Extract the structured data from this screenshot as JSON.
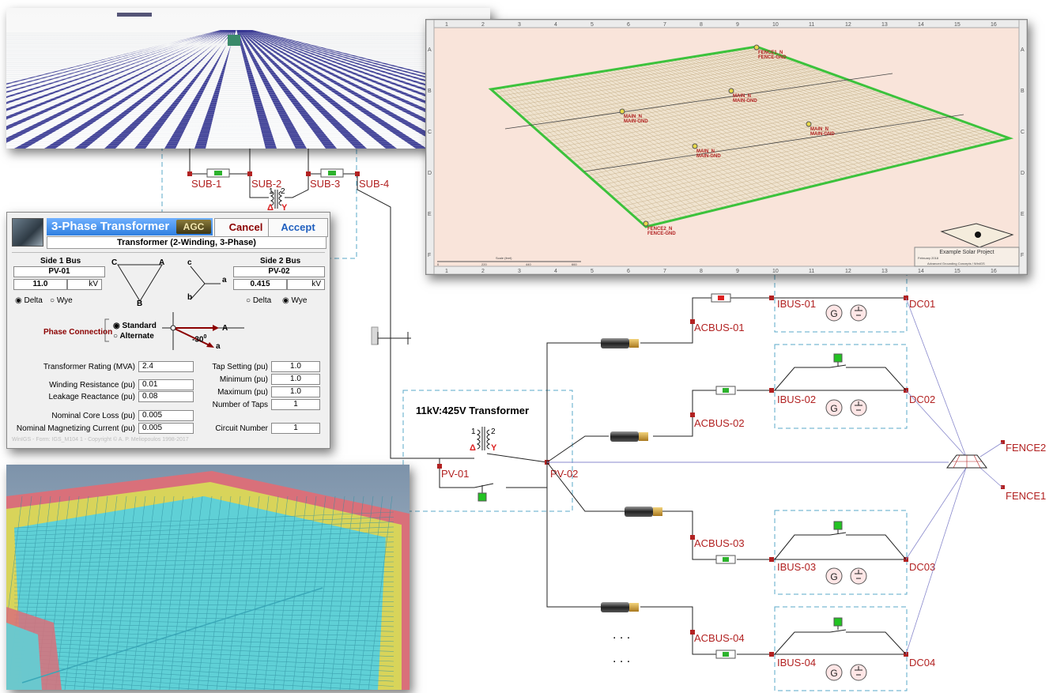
{
  "one_line": {
    "buses": {
      "sub1": "SUB-1",
      "sub2": "SUB-2",
      "sub3": "SUB-3",
      "sub4": "SUB-4",
      "pv01": "PV-01",
      "pv02": "PV-02",
      "acbus01": "ACBUS-01",
      "acbus02": "ACBUS-02",
      "acbus03": "ACBUS-03",
      "acbus04": "ACBUS-04",
      "ibus01": "IBUS-01",
      "ibus02": "IBUS-02",
      "ibus03": "IBUS-03",
      "ibus04": "IBUS-04",
      "dc01": "DC01",
      "dc02": "DC02",
      "dc03": "DC03",
      "dc04": "DC04",
      "fence1": "FENCE1",
      "fence2": "FENCE2"
    },
    "transformer_caption": "11kV:425V Transformer",
    "gen_symbol": "G",
    "winding_top": "1",
    "winding_top2": "2",
    "delta_symbol": "Δ",
    "wye_symbol": "Y",
    "ellipsis": ". . ."
  },
  "dialog": {
    "title": "3-Phase Transformer",
    "logo": "AGC",
    "cancel": "Cancel",
    "accept": "Accept",
    "subtitle": "Transformer (2-Winding, 3-Phase)",
    "side1": {
      "label": "Side 1 Bus",
      "bus": "PV-01",
      "kv": "11.0",
      "unit": "kV"
    },
    "side2": {
      "label": "Side 2 Bus",
      "bus": "PV-02",
      "kv": "0.415",
      "unit": "kV"
    },
    "delta": "Delta",
    "wye": "Wye",
    "side1_selected": "Delta",
    "side2_selected": "Wye",
    "vector": {
      "A": "A",
      "B": "B",
      "C": "C",
      "a": "a",
      "b": "b",
      "c": "c",
      "angle": "-30",
      "deg": "0"
    },
    "phase_connection": "Phase Connection",
    "standard": "Standard",
    "alternate": "Alternate",
    "phase_selected": "Standard",
    "fields": {
      "rating_label": "Transformer Rating (MVA)",
      "rating": "2.4",
      "wr_label": "Winding Resistance (pu)",
      "wr": "0.01",
      "lr_label": "Leakage Reactance (pu)",
      "lr": "0.08",
      "ncl_label": "Nominal Core Loss (pu)",
      "ncl": "0.005",
      "nmc_label": "Nominal Magnetizing Current (pu)",
      "nmc": "0.005",
      "tap_label": "Tap Setting (pu)",
      "tap": "1.0",
      "min_label": "Minimum (pu)",
      "min": "1.0",
      "max_label": "Maximum (pu)",
      "max": "1.0",
      "ntaps_label": "Number of Taps",
      "ntaps": "1",
      "circuit_label": "Circuit Number",
      "circuit": "1"
    },
    "footer": "WinIGS - Form: IGS_M104 1  -  Copyright © A. P. Meliopoulos 1998-2017"
  },
  "grid_view": {
    "col_numbers": [
      "1",
      "2",
      "3",
      "4",
      "5",
      "6",
      "7",
      "8",
      "9",
      "10",
      "11",
      "12",
      "13",
      "14",
      "15",
      "16"
    ],
    "row_letters": [
      "A",
      "B",
      "C",
      "D",
      "E",
      "F"
    ],
    "markers": [
      {
        "id": "FENCE1_N",
        "sub": "FENCE-GND"
      },
      {
        "id": "FENCE2_N",
        "sub": "FENCE-GND"
      },
      {
        "id": "MAIN_N",
        "sub": "MAIN-GND"
      }
    ],
    "project_title": "Example Solar Project",
    "project_date": "February 2018",
    "company": "Advanced Grounding Concepts / WinIGS",
    "scale_label": "Scale (feet)",
    "scale_ticks": [
      "0",
      "220",
      "440",
      "660"
    ]
  },
  "colors": {
    "bus_red": "#b22222",
    "dashed_box": "#5aa8c8",
    "dialog_title": "#2f7fe0",
    "ground_green": "#22c322",
    "panel_blue": "#2a2a8c"
  }
}
